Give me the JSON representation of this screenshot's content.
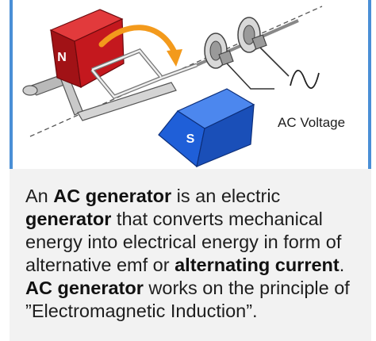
{
  "diagram": {
    "pole_north": "N",
    "pole_south": "S",
    "output_label": "AC Voltage"
  },
  "caption": {
    "p1": "An ",
    "b1": "AC generator",
    "p2": " is an electric ",
    "b2": "generator",
    "p3": " that converts mechanical energy into electrical energy in form of alternative emf or ",
    "b3": "alternating current",
    "p4": ". ",
    "b4": "AC generator",
    "p5": " works on the principle of ”Electromagnetic Induction”."
  },
  "colors": {
    "north_magnet": "#b8141a",
    "south_magnet": "#1f5fd8",
    "rotation_arrow": "#f39a1c",
    "frame_border": "#4a8fd6",
    "caption_bg": "#f2f2f2"
  }
}
